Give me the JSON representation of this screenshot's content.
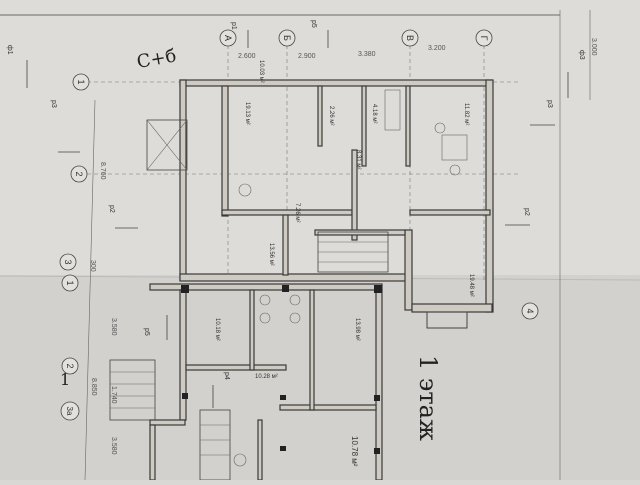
{
  "title": "1 этаж",
  "handwritten_note": "С+б",
  "grid_letters": [
    "А",
    "Б",
    "В",
    "Г"
  ],
  "grid_numbers_top": [
    "1",
    "2",
    "3"
  ],
  "grid_numbers_bottom": [
    "1",
    "2",
    "3а",
    "4"
  ],
  "handwritten_mark": "1",
  "section_marks": [
    "р1",
    "р5",
    "ф1",
    "ф3",
    "р3",
    "р3",
    "р2",
    "р2",
    "р5",
    "р4"
  ],
  "dimensions_top": [
    "2.600",
    "2.900",
    "3.380",
    "3.200"
  ],
  "dimensions_side": [
    "3.000",
    "8.760",
    "300",
    "3.580",
    "1.740",
    "8.850",
    "3.580"
  ],
  "room_areas": [
    "10.03 м²",
    "19.13 м²",
    "2.26 м²",
    "4.18 м²",
    "11.82 м²",
    "8.31 м²",
    "7.26 м²",
    "13.56 м²",
    "19.48 м²",
    "10.18 м²",
    "13.98 м²",
    "10.28 м²",
    "10.78 м²"
  ],
  "colors": {
    "paper": "#d9d8d4",
    "lines": "#3a3a3a"
  }
}
